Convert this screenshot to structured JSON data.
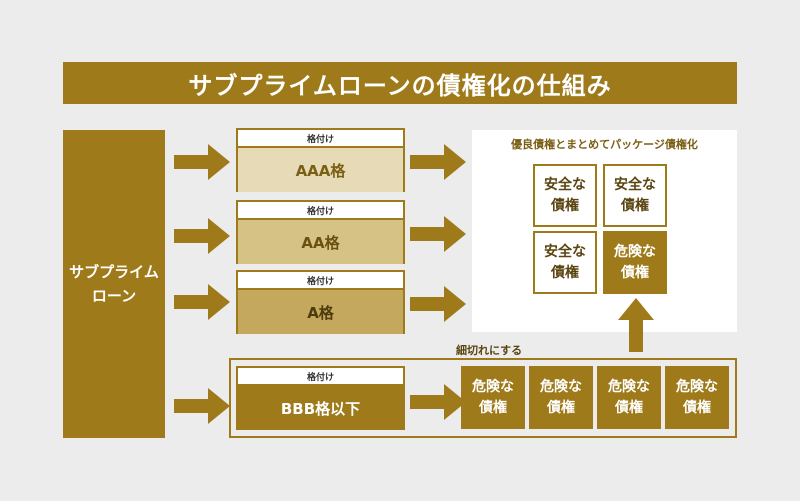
{
  "title": "サブプライムローンの債権化の仕組み",
  "source": {
    "label": "サブプライム\nローン"
  },
  "tranches": [
    {
      "header": "格付け",
      "label": "AAA格"
    },
    {
      "header": "格付け",
      "label": "AA格"
    },
    {
      "header": "格付け",
      "label": "A格"
    },
    {
      "header": "格付け",
      "label": "BBB格以下"
    }
  ],
  "package": {
    "title": "優良債権とまとめてパッケージ債権化",
    "bonds": [
      "安全な\n債権",
      "安全な\n債権",
      "安全な\n債権",
      "危険な\n債権"
    ]
  },
  "split": {
    "label": "細切れにする",
    "bonds": [
      "危険な\n債権",
      "危険な\n債権",
      "危険な\n債権",
      "危険な\n債権"
    ]
  },
  "colors": {
    "accent": "#9e7a1a",
    "background": "#ececec"
  }
}
